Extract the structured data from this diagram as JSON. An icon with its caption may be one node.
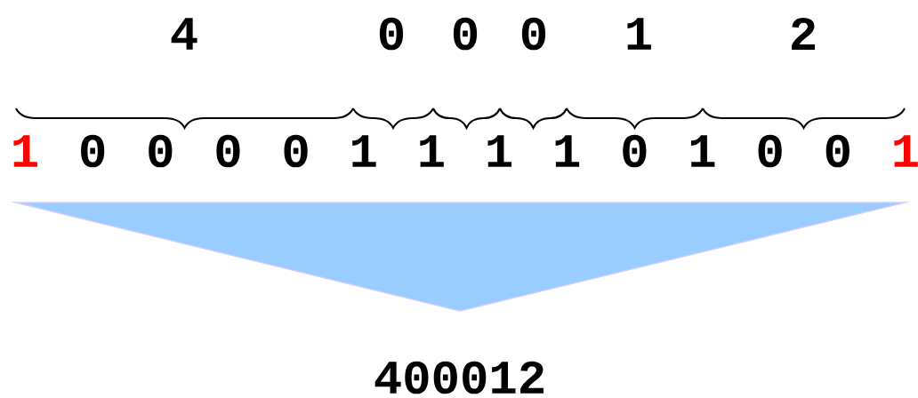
{
  "diagram": {
    "labels": [
      "4",
      "0",
      "0",
      "0",
      "1",
      "2",
      "1",
      "0",
      "0",
      "0",
      "0",
      "1",
      "1",
      "1",
      "1",
      "0",
      "1",
      "0",
      "0",
      "1",
      "400012"
    ]
  }
}
